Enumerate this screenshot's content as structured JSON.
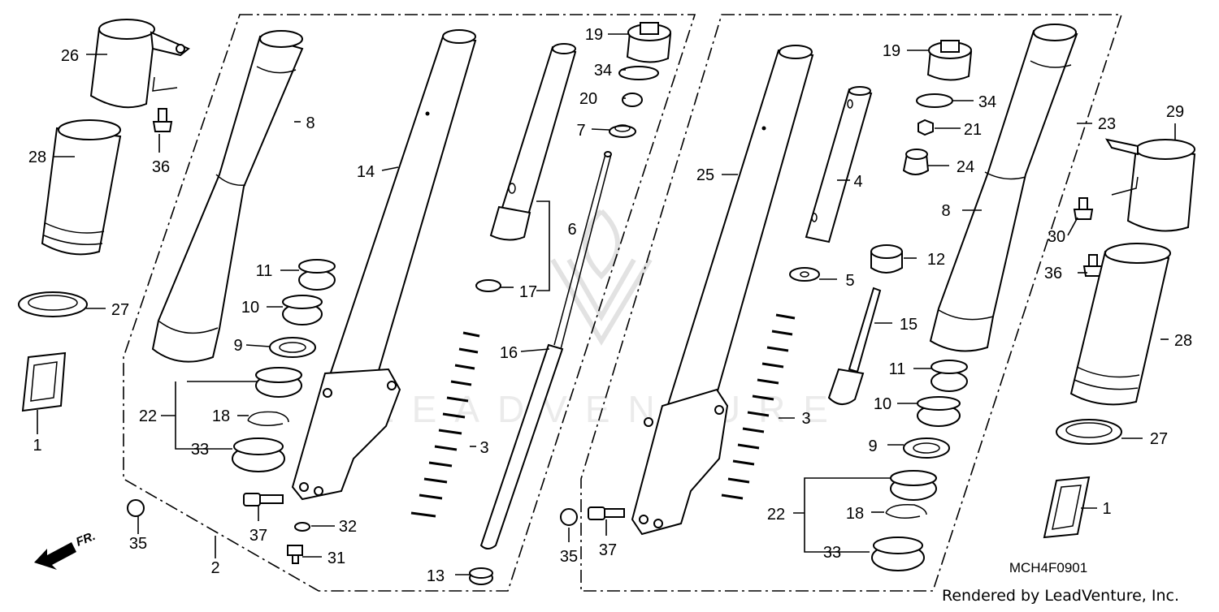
{
  "diagram_code": "MCH4F0901",
  "credit": "Rendered by LeadVenture, Inc.",
  "watermark_text": "LEADVENTURE",
  "front_indicator": "FR.",
  "labels": {
    "p1a": "1",
    "p1b": "1",
    "p2": "2",
    "p3a": "3",
    "p3b": "3",
    "p4": "4",
    "p5": "5",
    "p6": "6",
    "p7": "7",
    "p8a": "8",
    "p8b": "8",
    "p9a": "9",
    "p9b": "9",
    "p10a": "10",
    "p10b": "10",
    "p11a": "11",
    "p11b": "11",
    "p12": "12",
    "p13": "13",
    "p14": "14",
    "p15": "15",
    "p16": "16",
    "p17": "17",
    "p18a": "18",
    "p18b": "18",
    "p19a": "19",
    "p19b": "19",
    "p20": "20",
    "p21": "21",
    "p22a": "22",
    "p22b": "22",
    "p23": "23",
    "p24": "24",
    "p25": "25",
    "p26": "26",
    "p27a": "27",
    "p27b": "27",
    "p28a": "28",
    "p28b": "28",
    "p29": "29",
    "p30": "30",
    "p31": "31",
    "p32": "32",
    "p33a": "33",
    "p33b": "33",
    "p34a": "34",
    "p34b": "34",
    "p35a": "35",
    "p35b": "35",
    "p36a": "36",
    "p36b": "36",
    "p37a": "37",
    "p37b": "37"
  }
}
